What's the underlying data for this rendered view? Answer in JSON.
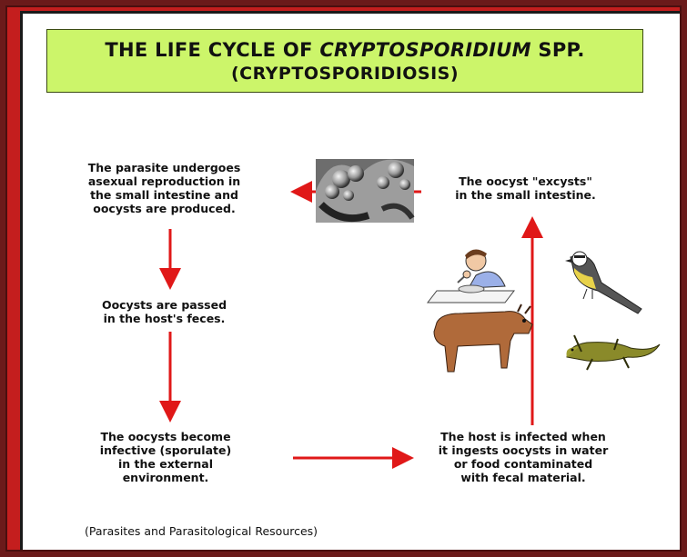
{
  "title": {
    "line1_pre": "The Life Cycle of ",
    "line1_italic": "Cryptosporidium",
    "line1_post": " spp.",
    "line2": "(cryptosporidiosis)"
  },
  "steps": {
    "asexual_reproduction": "The parasite undergoes\nasexual reproduction in\nthe small intestine and\noocysts are produced.",
    "passed_in_feces": "Oocysts are passed\nin the host's feces.",
    "become_infective": "The oocysts become\ninfective (sporulate)\nin the external\nenvironment.",
    "host_infected": "The host is infected when\nit ingests oocysts in water\nor food contaminated\nwith fecal material.",
    "excysts": "The oocyst \"excysts\"\nin the small intestine."
  },
  "caption": "(Parasites and Parasitological Resources)",
  "colors": {
    "frame": "#c41e1e",
    "title_bg": "#ccf56a",
    "arrow": "#e01818"
  },
  "icons": [
    "micrograph-image",
    "person-eating-icon",
    "bird-icon",
    "cow-icon",
    "lizard-icon"
  ]
}
